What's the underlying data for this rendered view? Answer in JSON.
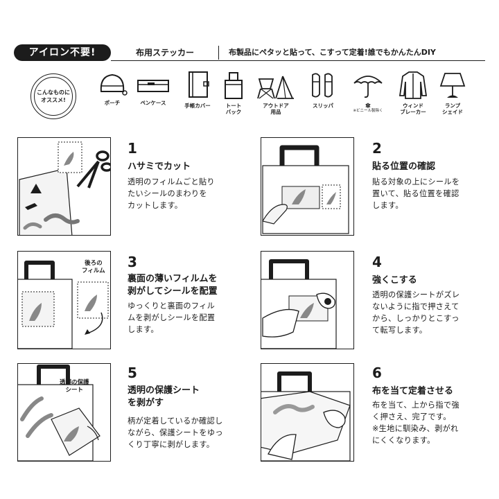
{
  "header": {
    "badge": "アイロン不要!",
    "title": "布用ステッカー",
    "description": "布製品にペタッと貼って、こすって定着!誰でもかんたんDIY"
  },
  "recommend": {
    "badge_line1": "こんなものに",
    "badge_line2": "オススメ!",
    "items": [
      {
        "icon": "pouch-icon",
        "label": "ポーチ"
      },
      {
        "icon": "pencil-case-icon",
        "label": "ペンケース"
      },
      {
        "icon": "notebook-cover-icon",
        "label": "手帳カバー"
      },
      {
        "icon": "tote-bag-icon",
        "label": "トート\nバック"
      },
      {
        "icon": "outdoor-icon",
        "label": "アウトドア\n用品"
      },
      {
        "icon": "slippers-icon",
        "label": "スリッパ"
      },
      {
        "icon": "umbrella-icon",
        "label": "傘",
        "note": "※ビニール製除く"
      },
      {
        "icon": "windbreaker-icon",
        "label": "ウィンド\nブレーカー"
      },
      {
        "icon": "lamp-icon",
        "label": "ランプ\nシェイド"
      }
    ]
  },
  "steps": [
    {
      "number": "1",
      "title": "ハサミでカット",
      "body": "透明のフィルムごと貼り\nたいシールのまわりを\nカットします。"
    },
    {
      "number": "2",
      "title": "貼る位置の確認",
      "body": "貼る対象の上にシールを\n置いて、貼る位置を確認\nします。"
    },
    {
      "number": "3",
      "title": "裏面の薄いフィルムを\n剥がしてシールを配置",
      "body": "ゆっくりと裏面のフィル\nムを剥がしシールを配置\nします。",
      "figure_label": "後ろの\nフィルム"
    },
    {
      "number": "4",
      "title": "強くこする",
      "body": "透明の保護シートがズレ\nないように指で押さえて\nから、しっかりとこすっ\nて転写します。"
    },
    {
      "number": "5",
      "title": "透明の保護シート\nを剥がす",
      "body": "柄が定着しているか確認し\nながら、保護シートをゆっ\nくり丁寧に剥がします。",
      "figure_label": "透明の保護\nシート"
    },
    {
      "number": "6",
      "title": "布を当て定着させる",
      "body": "布を当て、上から指で強\nく押さえ、完了です。\n※生地に馴染み、剥がれ\nにくくなります。"
    }
  ]
}
